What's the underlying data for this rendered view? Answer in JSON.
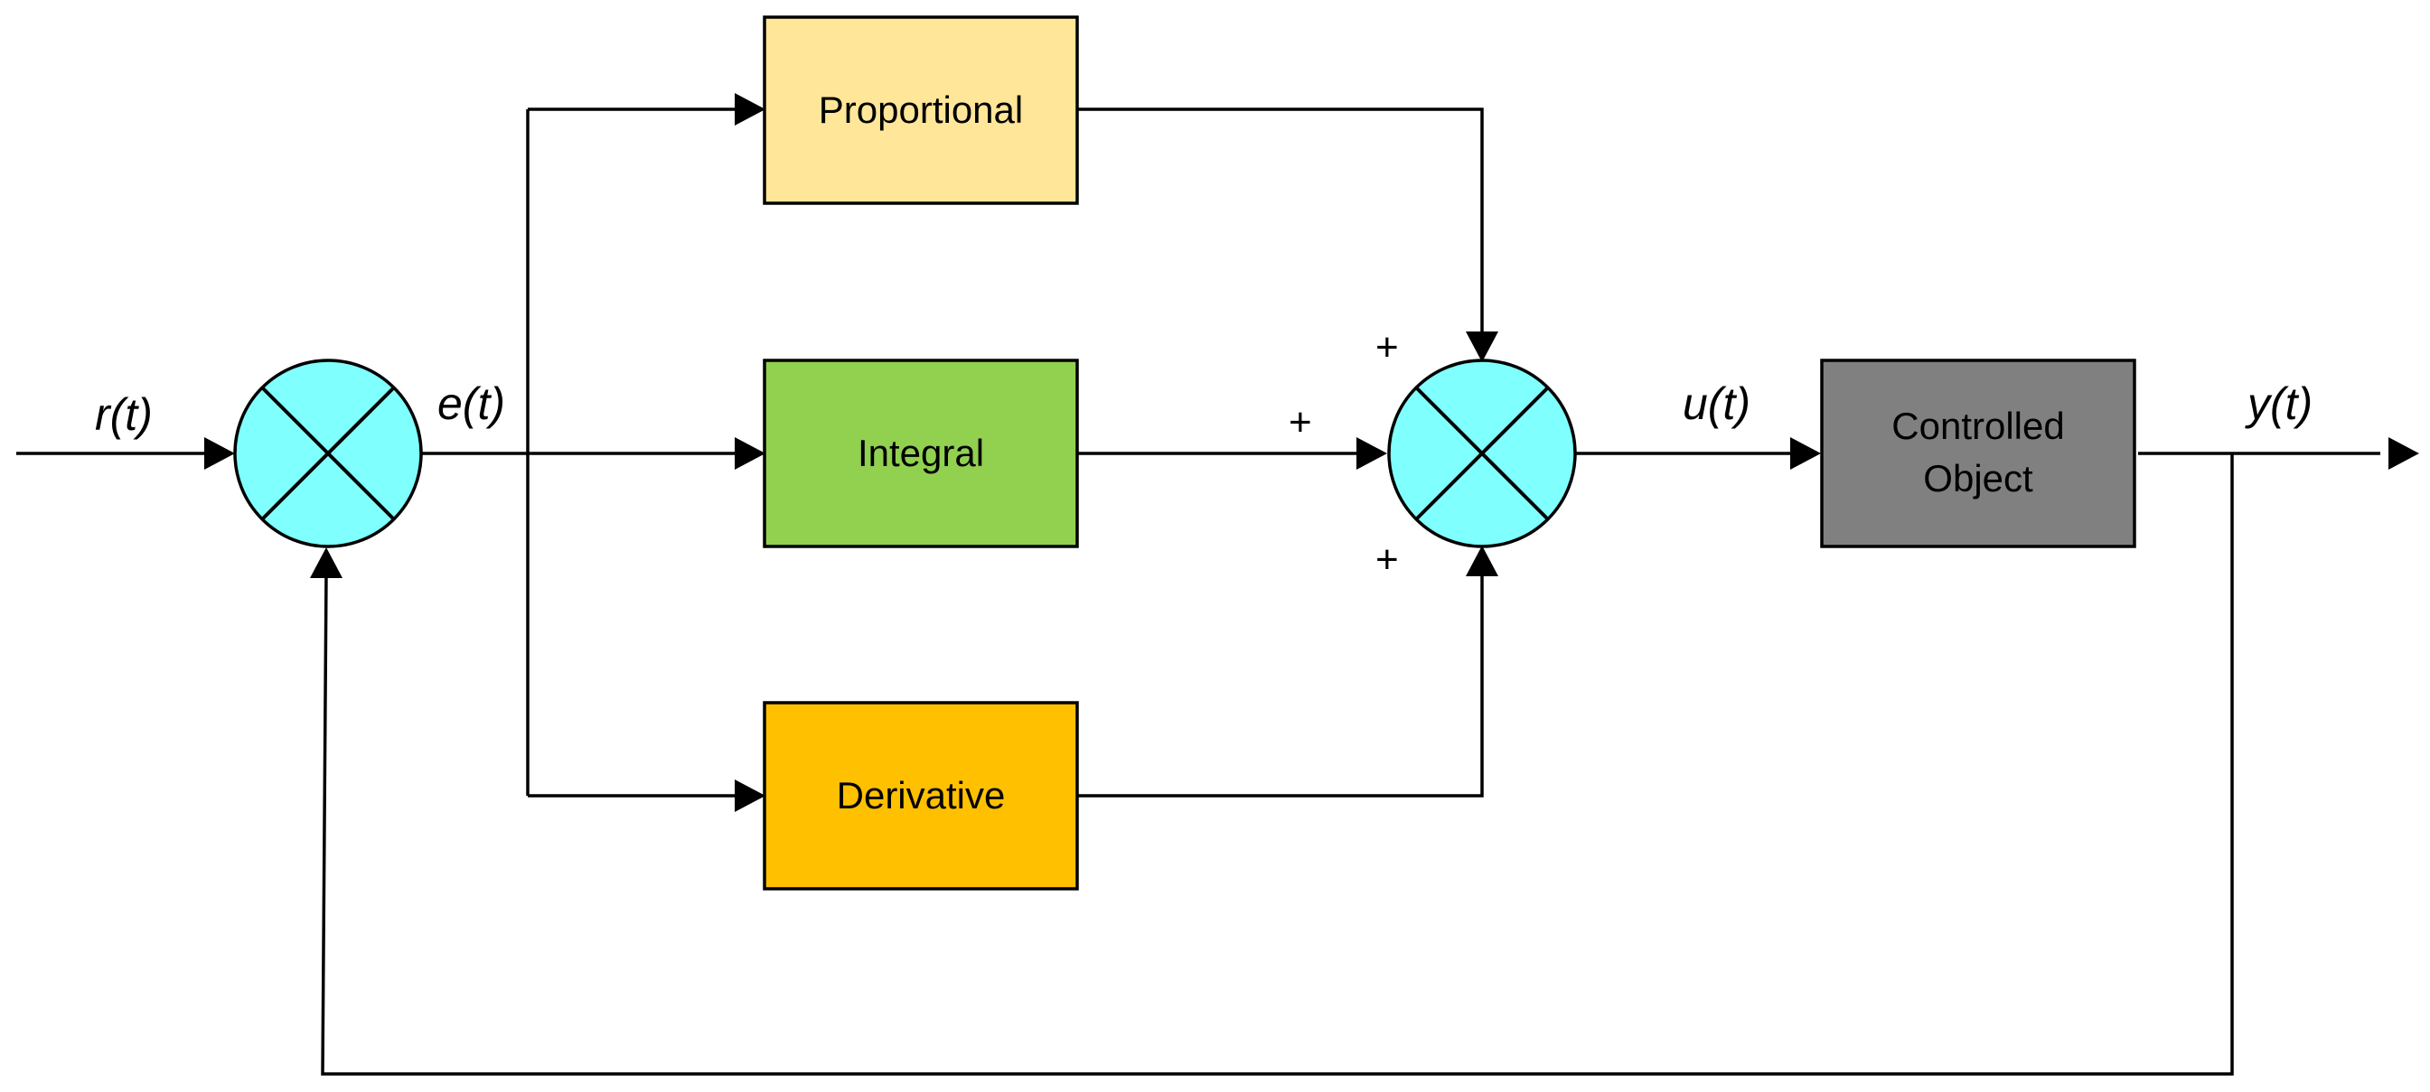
{
  "signals": {
    "reference": "r(t)",
    "error": "e(t)",
    "control": "u(t)",
    "output": "y(t)"
  },
  "blocks": {
    "proportional": "Proportional",
    "integral": "Integral",
    "derivative": "Derivative",
    "controlled_object_line1": "Controlled",
    "controlled_object_line2": "Object"
  },
  "signs": {
    "top": "+",
    "left": "+",
    "bottom": "+"
  },
  "colors": {
    "summing_junction": "#80FFFF",
    "proportional": "#FFE699",
    "integral": "#92D050",
    "derivative": "#FFC000",
    "controlled_object": "#808080"
  }
}
